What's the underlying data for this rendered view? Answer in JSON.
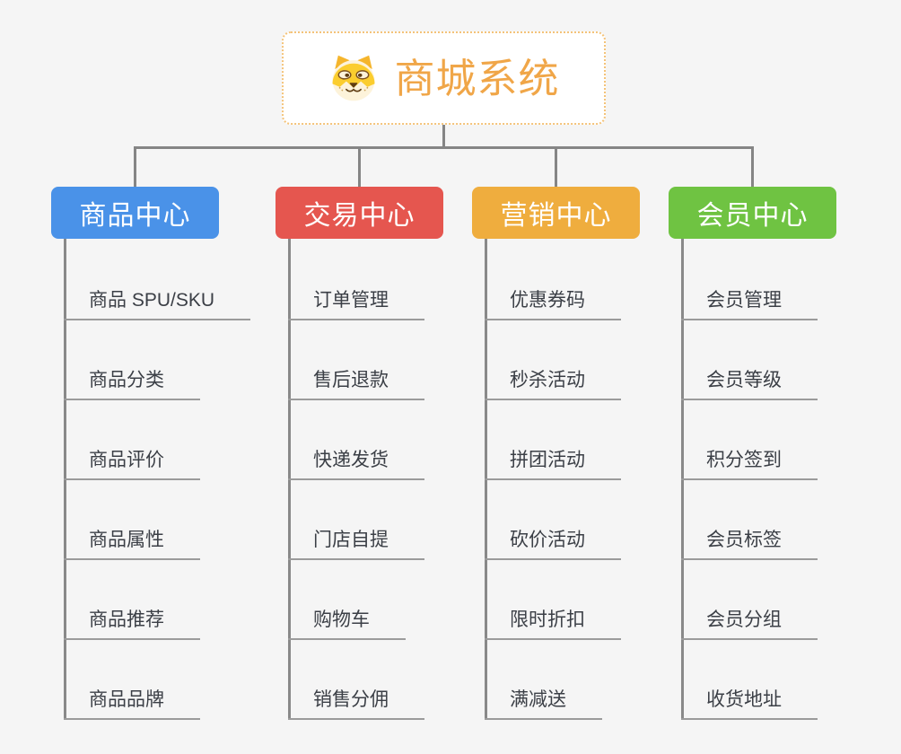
{
  "page": {
    "background": "#f5f5f5"
  },
  "root": {
    "title": "商城系统",
    "title_color": "#f0a648",
    "border_color": "#f4c379",
    "icon": "dog-face-icon"
  },
  "connector_color": "#858585",
  "branches": [
    {
      "slug": "product-center",
      "label": "商品中心",
      "color": "#4a92e8",
      "children": [
        "商品 SPU/SKU",
        "商品分类",
        "商品评价",
        "商品属性",
        "商品推荐",
        "商品品牌"
      ]
    },
    {
      "slug": "trade-center",
      "label": "交易中心",
      "color": "#e5564f",
      "children": [
        "订单管理",
        "售后退款",
        "快递发货",
        "门店自提",
        "购物车",
        "销售分佣"
      ]
    },
    {
      "slug": "marketing-center",
      "label": "营销中心",
      "color": "#efad3e",
      "children": [
        "优惠券码",
        "秒杀活动",
        "拼团活动",
        "砍价活动",
        "限时折扣",
        "满减送"
      ]
    },
    {
      "slug": "member-center",
      "label": "会员中心",
      "color": "#6fc342",
      "children": [
        "会员管理",
        "会员等级",
        "积分签到",
        "会员标签",
        "会员分组",
        "收货地址"
      ]
    }
  ]
}
